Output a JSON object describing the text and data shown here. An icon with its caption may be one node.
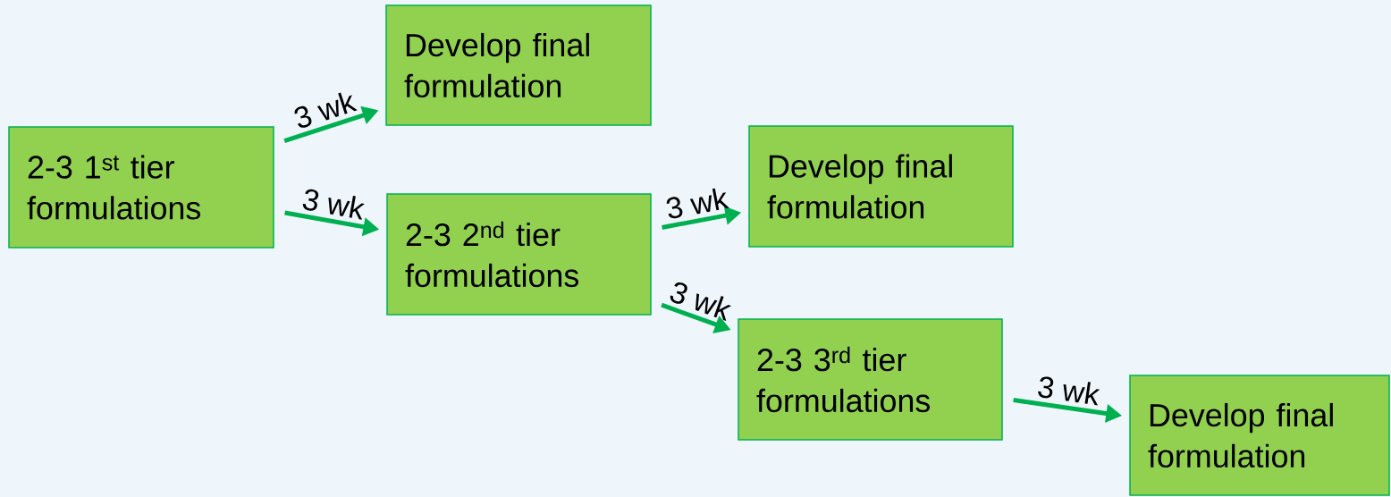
{
  "diagram": {
    "nodes": [
      {
        "text": [
          "2-3 1$^{st}$ tier formulations"
        ]
      },
      {
        "text": [
          "Develop final formulation"
        ]
      },
      {
        "text": [
          "2-3 2$^{nd}$ tier formulations"
        ]
      },
      {
        "text": [
          "Develop final formulation"
        ]
      },
      {
        "text": [
          "2-3 3$^{rd}$ tier formulations"
        ]
      },
      {
        "text": [
          "Develop final formulation"
        ]
      }
    ],
    "edges": [
      {
        "from": 0,
        "to": 1,
        "arrow": "to",
        "label": "3 wk"
      },
      {
        "from": 0,
        "to": 2,
        "arrow": "to",
        "label": "3 wk"
      },
      {
        "from": 2,
        "to": 3,
        "arrow": "to",
        "label": "3 wk"
      },
      {
        "from": 2,
        "to": 4,
        "arrow": "to",
        "label": "3 wk"
      },
      {
        "from": 4,
        "to": 5,
        "arrow": "to",
        "label": "3 wk"
      }
    ]
  }
}
